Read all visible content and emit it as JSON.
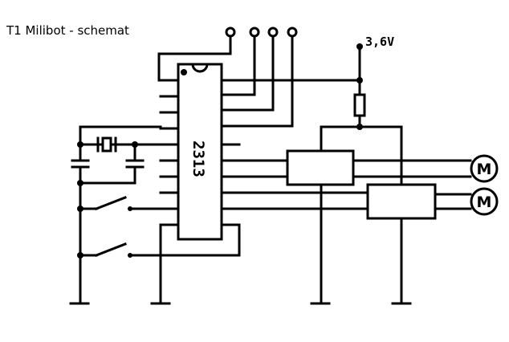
{
  "title": "T1 Milibot - schemat",
  "supply_label": "3,6V",
  "chip_label": "2313",
  "motors": [
    {
      "label": "M"
    },
    {
      "label": "M"
    }
  ]
}
